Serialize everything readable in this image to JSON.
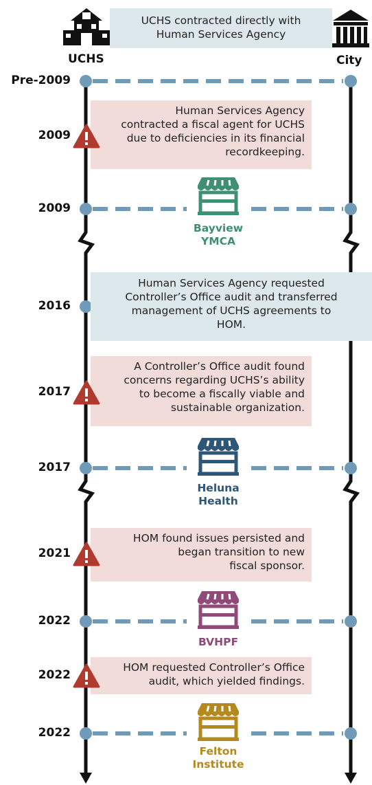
{
  "header": {
    "left_label": "UCHS",
    "right_label": "City",
    "left_icon": "school-building-icon",
    "right_icon": "government-building-icon",
    "intro_lines": [
      "UCHS contracted directly with",
      "Human Services Agency"
    ]
  },
  "events": [
    {
      "year": "Pre-2009",
      "type": "connection"
    },
    {
      "year": "2009",
      "type": "warning",
      "lines": [
        "Human Services Agency",
        "contracted a fiscal agent for UCHS",
        "due to deficiencies in its financial",
        "recordkeeping."
      ]
    },
    {
      "year": "2009",
      "type": "fiscal-agent",
      "entity_lines": [
        "Bayview",
        "YMCA"
      ],
      "color": "#3f8f75"
    },
    {
      "year": "2016",
      "type": "info",
      "lines": [
        "Human Services Agency requested",
        "Controller’s Office audit and transferred",
        "management of UCHS agreements to",
        "HOM."
      ]
    },
    {
      "year": "2017",
      "type": "warning",
      "lines": [
        "A Controller’s Office audit found",
        "concerns regarding UCHS’s ability",
        "to become a fiscally viable and",
        "sustainable organization."
      ]
    },
    {
      "year": "2017",
      "type": "fiscal-agent",
      "entity_lines": [
        "Heluna",
        "Health"
      ],
      "color": "#2e5677"
    },
    {
      "year": "2021",
      "type": "warning",
      "lines": [
        "HOM found issues persisted and",
        "began transition to new",
        "fiscal sponsor."
      ]
    },
    {
      "year": "2022",
      "type": "fiscal-agent",
      "entity_lines": [
        "BVHPF"
      ],
      "color": "#8f4a78"
    },
    {
      "year": "2022",
      "type": "warning",
      "lines": [
        "HOM requested Controller’s Office",
        "audit, which yielded findings."
      ]
    },
    {
      "year": "2022",
      "type": "fiscal-agent",
      "entity_lines": [
        "Felton",
        "Institute"
      ],
      "color": "#b5891d"
    }
  ],
  "colors": {
    "dash": "#6f9ab8",
    "warning": "#b03a2e",
    "warning_box": "#f1dcda",
    "info_box": "#dde8ec",
    "timeline": "#111111"
  },
  "icons": [
    "school-building-icon",
    "government-building-icon",
    "warning-icon",
    "storefront-icon",
    "arrow-down-icon"
  ]
}
